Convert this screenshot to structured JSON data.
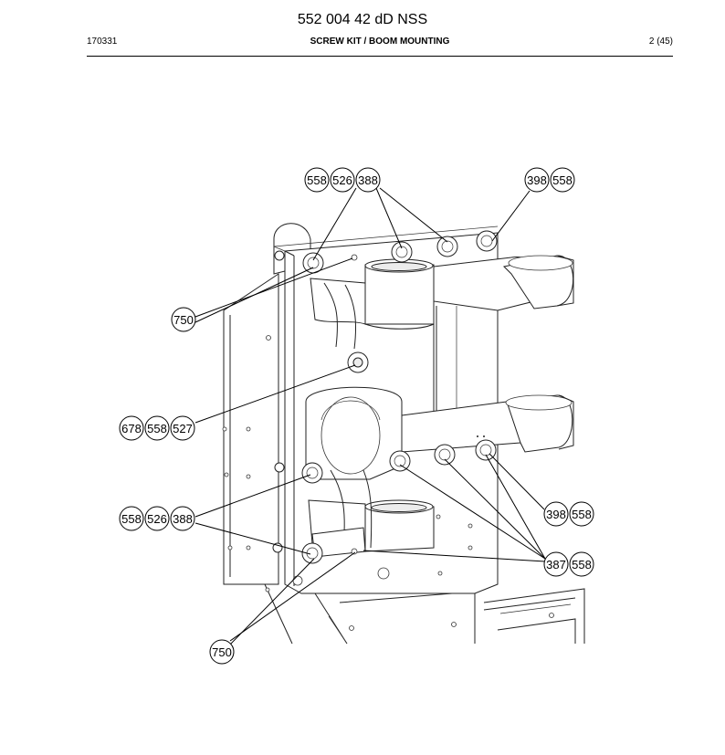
{
  "header": {
    "doc_number": "552 004 42 dD NSS",
    "date": "170331",
    "title": "SCREW KIT / BOOM MOUNTING",
    "page": "2 (45)"
  },
  "callouts": [
    {
      "id": "top-left-group",
      "labels": [
        "558",
        "526",
        "388"
      ]
    },
    {
      "id": "top-right-group",
      "labels": [
        "398",
        "558"
      ]
    },
    {
      "id": "upper-washer",
      "labels": [
        "750"
      ]
    },
    {
      "id": "center-nut-group",
      "labels": [
        "678",
        "558",
        "527"
      ]
    },
    {
      "id": "lower-left-group",
      "labels": [
        "558",
        "526",
        "388"
      ]
    },
    {
      "id": "lower-right-group",
      "labels": [
        "398",
        "558"
      ]
    },
    {
      "id": "bottom-right-group",
      "labels": [
        "387",
        "558"
      ]
    },
    {
      "id": "lower-washer",
      "labels": [
        "750"
      ]
    }
  ]
}
